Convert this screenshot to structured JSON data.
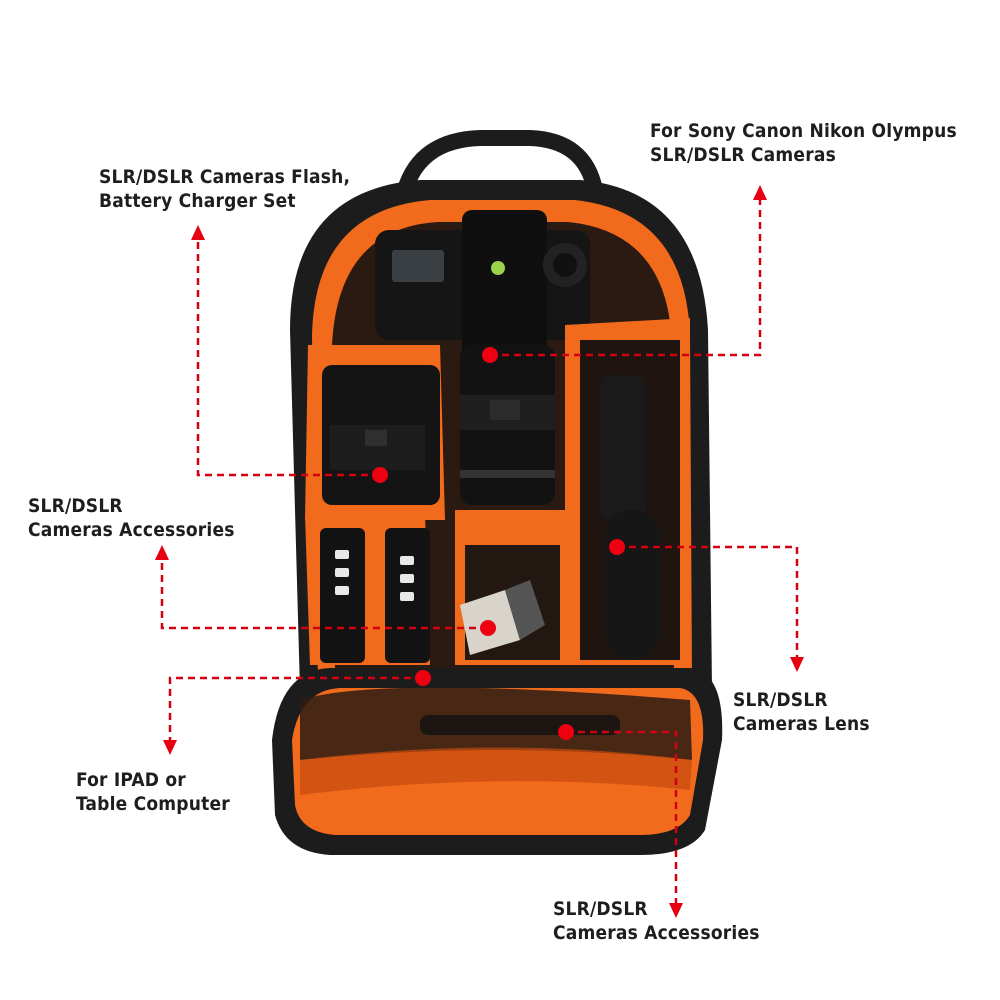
{
  "image": {
    "subject": "camera-backpack-infographic",
    "colors": {
      "background": "#ffffff",
      "bag_shell": "#1c1c1c",
      "bag_lining": "#f26a1b",
      "lining_dark": "#c44a0e",
      "interior_dark": "#2a1a12",
      "callout": "#e60012",
      "label_text": "#1e1e1e"
    }
  },
  "callouts": [
    {
      "id": "flash",
      "line1": "SLR/DSLR Cameras Flash,",
      "line2": "Battery Charger Set"
    },
    {
      "id": "cameras",
      "line1": "For Sony Canon Nikon Olympus",
      "line2": "SLR/DSLR Cameras"
    },
    {
      "id": "accessories-left",
      "line1": "SLR/DSLR",
      "line2": "Cameras Accessories"
    },
    {
      "id": "ipad",
      "line1": "For IPAD or",
      "line2": "Table Computer"
    },
    {
      "id": "lens",
      "line1": "SLR/DSLR",
      "line2": "Cameras Lens"
    },
    {
      "id": "accessories-bottom",
      "line1": "SLR/DSLR",
      "line2": "Cameras Accessories"
    }
  ]
}
